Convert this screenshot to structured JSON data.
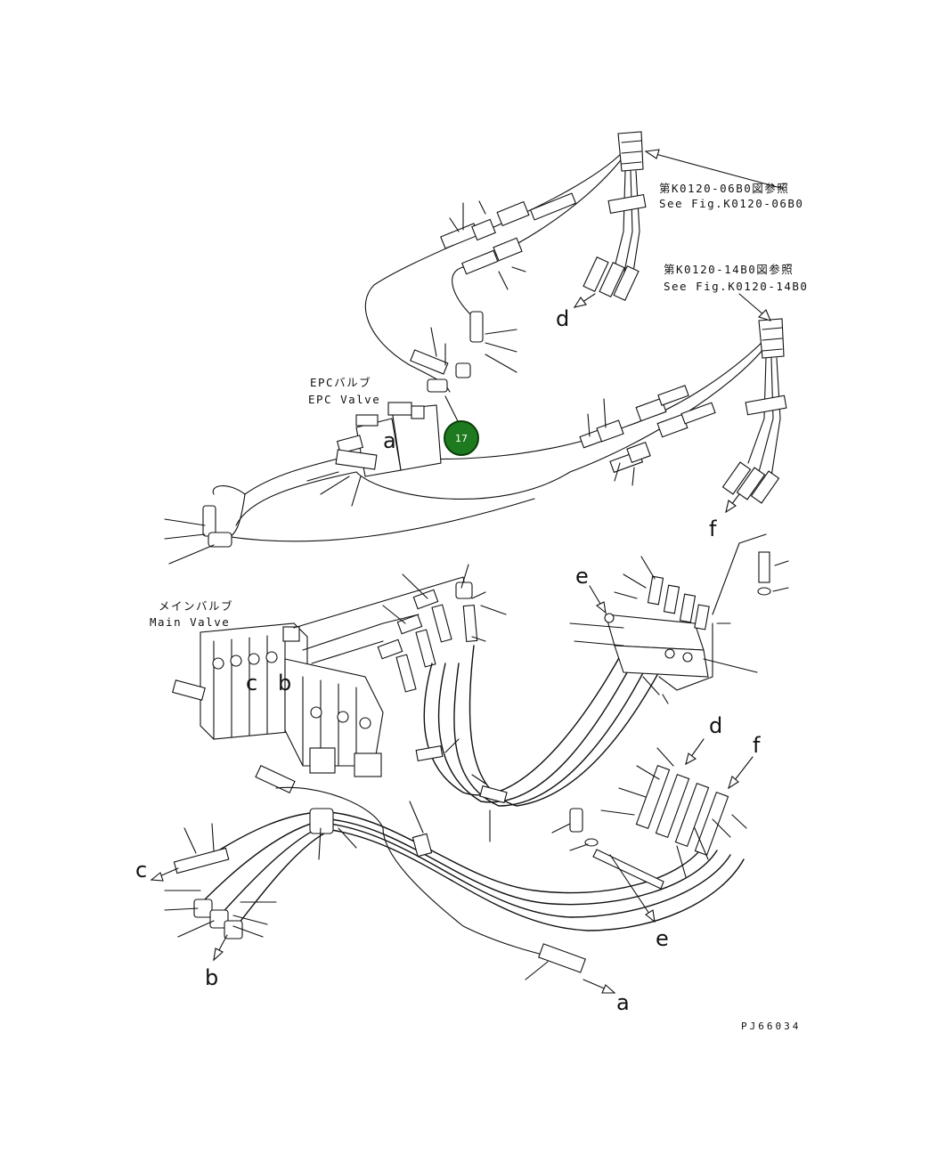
{
  "diagram": {
    "callouts": {
      "fig_06b0_jp": "第K0120-06B0図参照",
      "fig_06b0_en": "See Fig.K0120-06B0",
      "fig_14b0_jp": "第K0120-14B0図参照",
      "fig_14b0_en": "See Fig.K0120-14B0",
      "epc_valve_jp": "EPCバルブ",
      "epc_valve_en": "EPC Valve",
      "main_valve_jp": "メインバルブ",
      "main_valve_en": "Main Valve"
    },
    "connection_letters": {
      "a": "a",
      "b": "b",
      "c": "c",
      "d": "d",
      "e": "e",
      "f": "f"
    },
    "part_badge": {
      "number": "17",
      "color": "#1e7a1e"
    },
    "drawing_code": "PJ66034"
  }
}
